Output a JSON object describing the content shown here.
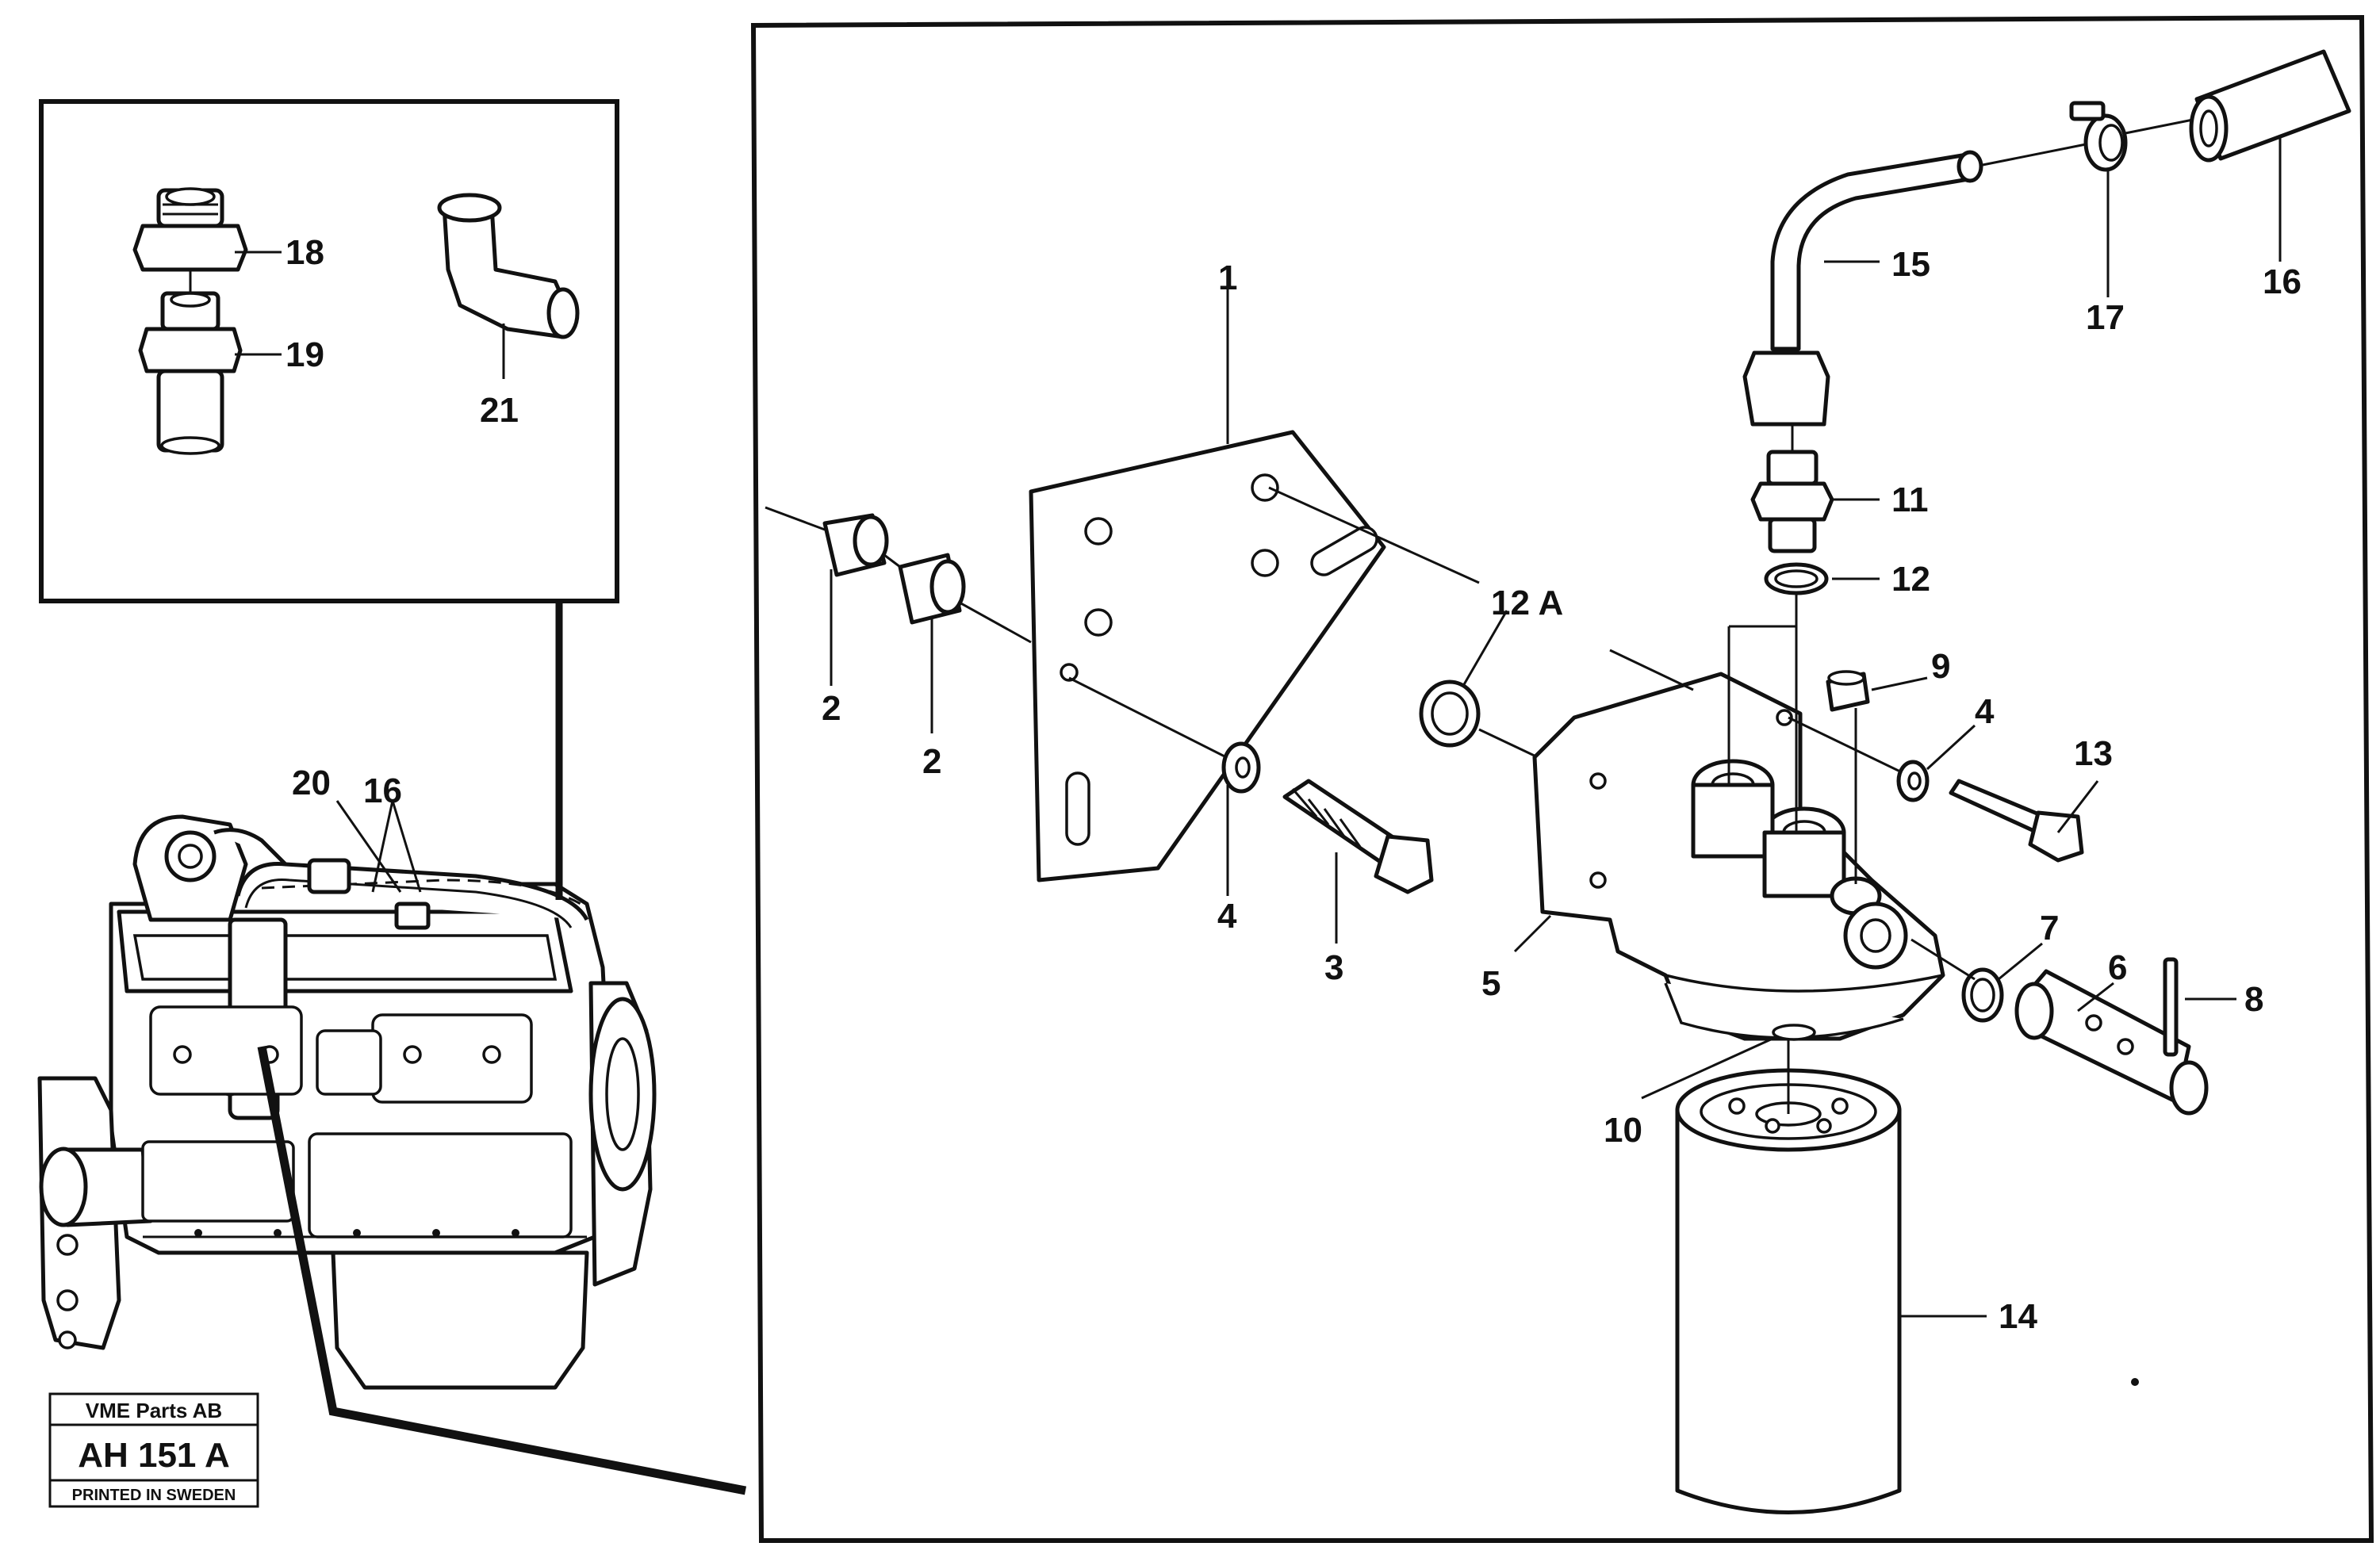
{
  "callouts": {
    "c1": "1",
    "c2a": "2",
    "c2b": "2",
    "c3": "3",
    "c4a": "4",
    "c4b": "4",
    "c5": "5",
    "c6": "6",
    "c7": "7",
    "c8": "8",
    "c9": "9",
    "c10": "10",
    "c11": "11",
    "c12": "12",
    "c12a": "12 A",
    "c13": "13",
    "c14": "14",
    "c15": "15",
    "c16a": "16",
    "c16b": "16",
    "c17": "17",
    "c18": "18",
    "c19": "19",
    "c20": "20",
    "c21": "21"
  },
  "badge": {
    "company": "VME Parts AB",
    "code": "AH 151 A",
    "printed": "PRINTED IN SWEDEN"
  }
}
